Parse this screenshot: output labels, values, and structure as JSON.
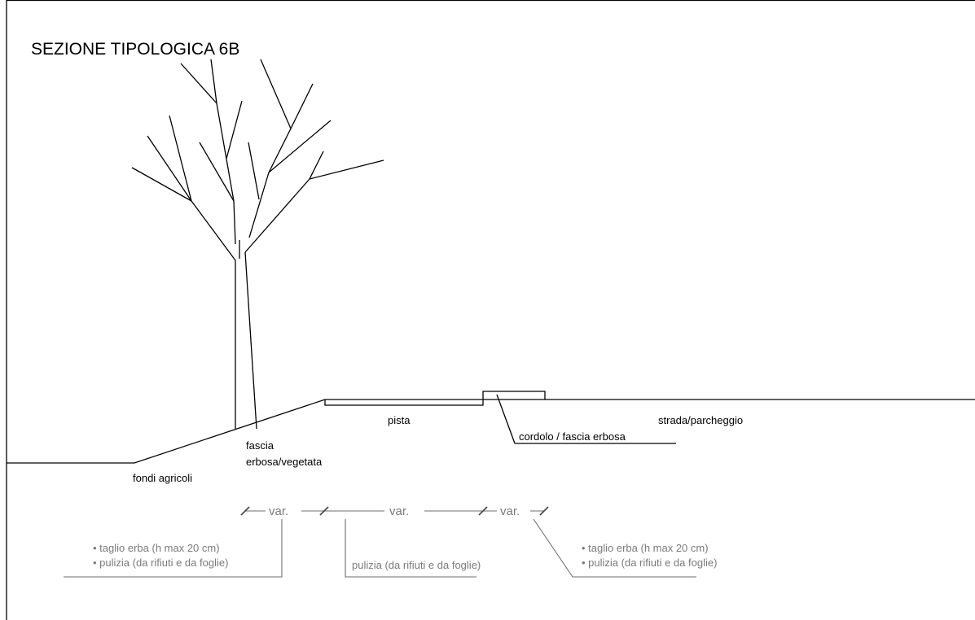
{
  "title": "SEZIONE TIPOLOGICA 6B",
  "zones": {
    "fondi": "fondi agricoli",
    "fascia_line1": "fascia",
    "fascia_line2": "erbosa/vegetata",
    "pista": "pista",
    "cordolo": "cordolo / fascia erbosa",
    "strada": "strada/parcheggio"
  },
  "dimensions": {
    "var1": "var.",
    "var2": "var.",
    "var3": "var."
  },
  "notes": {
    "left_line1": "• taglio erba (h max 20 cm)",
    "left_line2": "• pulizia (da rifiuti e da foglie)",
    "middle": "pulizia (da rifiuti e da foglie)",
    "right_line1": "• taglio erba (h max 20 cm)",
    "right_line2": "• pulizia (da rifiuti e da foglie)"
  }
}
